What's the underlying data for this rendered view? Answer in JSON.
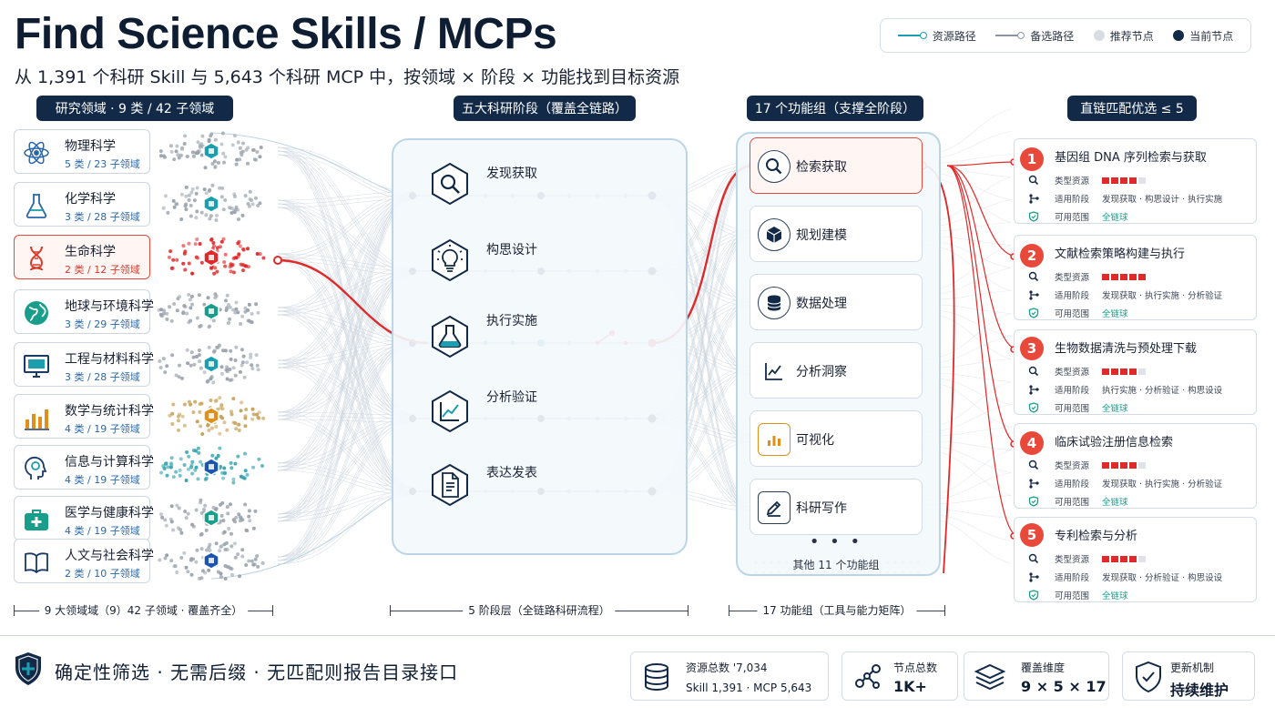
{
  "title": "Find Science Skills / MCPs",
  "subtitle": "从 1,391 个科研 Skill 与 5,643 个科研 MCP 中，按领域 × 阶段 × 功能找到目标资源",
  "legend": {
    "items": [
      {
        "label": "资源路径",
        "kind": "line",
        "color": "#1a9eb0"
      },
      {
        "label": "备选路径",
        "kind": "line",
        "color": "#8a96a6"
      },
      {
        "label": "推荐节点",
        "kind": "dot",
        "color": "#d8dde4"
      },
      {
        "label": "当前节点",
        "kind": "dot",
        "color": "#122a47"
      }
    ]
  },
  "headers": {
    "domains": "研究领域 · 9 类 / 42 子领域",
    "stages": "五大科研阶段（覆盖全链路）",
    "functions": "17 个功能组（支撑全阶段）",
    "results": "直链匹配优选 ≤ 5"
  },
  "domains": [
    {
      "name": "物理科学",
      "sub": "5 类 / 23 子领域",
      "icon": "atom-icon",
      "cluster": "#9aa3ad",
      "hex": "#1a9eb0"
    },
    {
      "name": "化学科学",
      "sub": "3 类 / 28 子领域",
      "icon": "flask-icon",
      "cluster": "#9aa3ad",
      "hex": "#1a9eb0"
    },
    {
      "name": "生命科学",
      "sub": "2 类 / 12 子领域",
      "icon": "dna-icon",
      "cluster": "#e0292a",
      "hex": "#e0292a",
      "highlight": true
    },
    {
      "name": "地球与环境科学",
      "sub": "3 类 / 29 子领域",
      "icon": "globe-icon",
      "cluster": "#9aa3ad",
      "hex": "#1a9e8c"
    },
    {
      "name": "工程与材料科学",
      "sub": "3 类 / 28 子领域",
      "icon": "monitor-icon",
      "cluster": "#9aa3ad",
      "hex": "#1a9eb0"
    },
    {
      "name": "数学与统计科学",
      "sub": "4 类 / 19 子领域",
      "icon": "bar-chart-icon",
      "cluster": "#c8a25a",
      "hex": "#e0901a"
    },
    {
      "name": "信息与计算科学",
      "sub": "4 类 / 19 子领域",
      "icon": "brain-icon",
      "cluster": "#3aa6b0",
      "hex": "#1a56b0"
    },
    {
      "name": "医学与健康科学",
      "sub": "4 类 / 19 子领域",
      "icon": "medical-kit-icon",
      "cluster": "#9aa3ad",
      "hex": "#1a9e8c"
    },
    {
      "name": "人文与社会科学",
      "sub": "2 类 / 10 子领域",
      "icon": "book-icon",
      "cluster": "#9aa3ad",
      "hex": "#1a56b0"
    }
  ],
  "stages": [
    {
      "label": "发现获取",
      "icon": "search-icon"
    },
    {
      "label": "构思设计",
      "icon": "lightbulb-icon"
    },
    {
      "label": "执行实施",
      "icon": "beaker-icon",
      "highlight": true
    },
    {
      "label": "分析验证",
      "icon": "line-chart-icon"
    },
    {
      "label": "表达发表",
      "icon": "document-icon"
    }
  ],
  "functions": [
    {
      "label": "检索获取",
      "icon": "search-icon",
      "cluster": "#e0292a",
      "highlight": true
    },
    {
      "label": "规划建模",
      "icon": "cube-icon",
      "cluster": "#2a66c0"
    },
    {
      "label": "数据处理",
      "icon": "database-icon",
      "cluster": "#1a9e8c"
    },
    {
      "label": "分析洞察",
      "icon": "line-chart-icon",
      "cluster": "#1a9e8c"
    },
    {
      "label": "可视化",
      "icon": "bar-chart-icon",
      "cluster": "#e0901a"
    },
    {
      "label": "科研写作",
      "icon": "pen-icon",
      "cluster": "#2a66c0"
    }
  ],
  "functions_ellipsis": "• • •",
  "functions_more": "其他 11 个功能组",
  "results": [
    {
      "num": "1",
      "title": "基因组 DNA 序列检索与获取",
      "type_label": "类型资源",
      "type_level": 4,
      "stage_label": "适用阶段",
      "stage_value": "发现获取 · 构思设计 · 执行实施",
      "scope_label": "可用范围",
      "scope_value": "全链球"
    },
    {
      "num": "2",
      "title": "文献检索策略构建与执行",
      "type_label": "类型资源",
      "type_level": 5,
      "stage_label": "适用阶段",
      "stage_value": "发现获取 · 执行实施 · 分析验证",
      "scope_label": "可用范围",
      "scope_value": "全链球"
    },
    {
      "num": "3",
      "title": "生物数据清洗与预处理下载",
      "type_label": "类型资源",
      "type_level": 4,
      "stage_label": "适用阶段",
      "stage_value": "执行实施 · 分析验证 · 构思设设",
      "scope_label": "可用范围",
      "scope_value": "全链球"
    },
    {
      "num": "4",
      "title": "临床试验注册信息检索",
      "type_label": "类型资源",
      "type_level": 4,
      "stage_label": "适用阶段",
      "stage_value": "发现获取 · 执行实施 · 分析验证",
      "scope_label": "可用范围",
      "scope_value": "全链球"
    },
    {
      "num": "5",
      "title": "专利检索与分析",
      "type_label": "类型资源",
      "type_level": 4,
      "stage_label": "适用阶段",
      "stage_value": "发现获取 · 分析验证 · 构思设设",
      "scope_label": "可用范围",
      "scope_value": "全链球"
    }
  ],
  "scales": {
    "domains": "9 大领域域（9）42 子领域 · 覆盖齐全）",
    "stages": "5 阶段层（全链路科研流程）",
    "functions": "17 功能组（工具与能力矩阵）"
  },
  "footer": {
    "tagline": "确定性筛选 · 无需后缀 · 无匹配则报告目录接口",
    "stats": [
      {
        "label": "资源总数 '7,034",
        "value": "Skill 1,391 · MCP 5,643",
        "icon": "database-icon"
      },
      {
        "label": "节点总数",
        "value": "1K+",
        "icon": "network-icon"
      },
      {
        "label": "覆盖维度",
        "value": "9 × 5 × 17",
        "icon": "layers-icon"
      },
      {
        "label": "更新机制",
        "value": "持续维护",
        "icon": "shield-check-icon"
      }
    ]
  },
  "colors": {
    "navy": "#122a47",
    "teal": "#1a9eb0",
    "red": "#e8493a",
    "gray": "#9aa3ad"
  }
}
